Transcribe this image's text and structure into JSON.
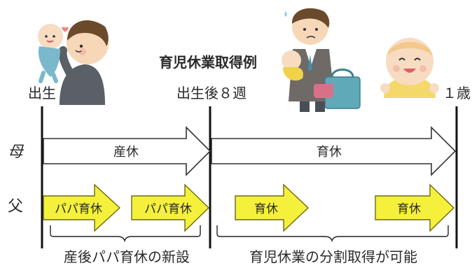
{
  "title": "育児休業取得例",
  "timeline": {
    "birth": "出生",
    "week8": "出生後８週",
    "age1": "１歳"
  },
  "rows": {
    "mother": "母",
    "father": "父"
  },
  "mother_leaves": {
    "maternity": "産休",
    "childcare": "育休"
  },
  "father_leaves": {
    "papa1": "パパ育休",
    "papa2": "パパ育休",
    "ikukyu1": "育休",
    "ikukyu2": "育休"
  },
  "notes": {
    "left": "産後パパ育休の新設",
    "right": "育児休業の分割取得が可能"
  },
  "colors": {
    "yellow_arrow": "#f4f03c",
    "yellow_stroke": "#6b6b10",
    "axis": "#111111",
    "white_arrow_stroke": "#333333"
  },
  "illustrations": [
    "father-lifting-baby-illustration",
    "parent-carrying-baby-with-bag-illustration",
    "smiling-toddler-illustration"
  ]
}
